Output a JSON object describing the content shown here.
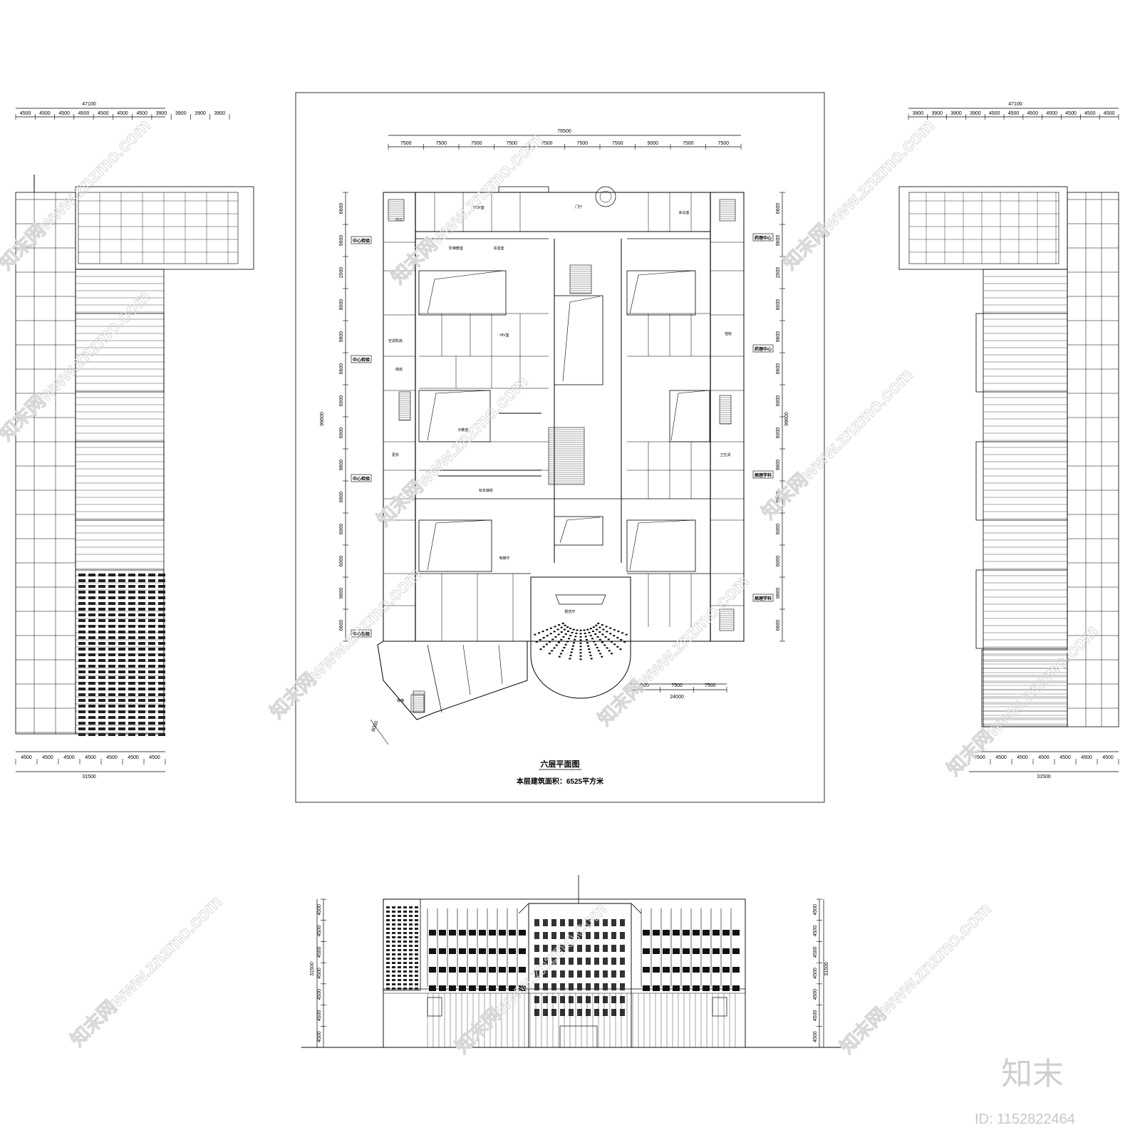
{
  "plan": {
    "title": "六层平面图",
    "area_label": "本层建筑面积：6525平方米",
    "top_total": "76500",
    "top_spans": [
      "7500",
      "7500",
      "7500",
      "7500",
      "7500",
      "7500",
      "7500",
      "9000",
      "7500",
      "7500"
    ],
    "left_total": "99600",
    "left_spans": [
      "6600",
      "9600",
      "2000",
      "8000",
      "9600",
      "6600",
      "6000",
      "6000",
      "9600",
      "6600",
      "6000",
      "6000",
      "9600",
      "6600"
    ],
    "right_total": "99600",
    "right_spans": [
      "6600",
      "9600",
      "2000",
      "8000",
      "9600",
      "6600",
      "6000",
      "6000",
      "9600",
      "6600",
      "6000",
      "6000",
      "9600",
      "6600"
    ],
    "bottom_right_total": "24000",
    "bottom_right_spans": [
      "9000",
      "7500",
      "7500"
    ],
    "wing_dim": "8000",
    "tags_left": [
      "中心检验",
      "中心检验",
      "中心检验",
      "中心检验"
    ],
    "tags_right": [
      "药理中心",
      "药理中心",
      "病理学科",
      "病理学科"
    ],
    "rooms": [
      "PCR室",
      "HIV室",
      "门厅",
      "实验室",
      "阶梯教室",
      "会议室",
      "报告厅",
      "示教室",
      "办公",
      "库房",
      "更衣",
      "值班",
      "卫生间",
      "空调机房",
      "楼梯",
      "电梯厅",
      "标本接收"
    ]
  },
  "left_elevation": {
    "top_total": "47100",
    "top_spans": [
      "4500",
      "4500",
      "4500",
      "4500",
      "4500",
      "4500",
      "4500",
      "3900",
      "3900",
      "3900",
      "3900"
    ],
    "bottom_total": "31500",
    "bottom_spans": [
      "4500",
      "4500",
      "4500",
      "4500",
      "4500",
      "4500",
      "4500"
    ]
  },
  "right_elevation": {
    "top_total": "47100",
    "top_spans": [
      "3900",
      "3900",
      "3900",
      "3900",
      "4500",
      "4500",
      "4500",
      "4500",
      "4500",
      "4500",
      "4500"
    ],
    "bottom_total": "31500",
    "bottom_spans": [
      "4500",
      "4500",
      "4500",
      "4500",
      "4500",
      "4500",
      "4500"
    ]
  },
  "front_elevation": {
    "height_total": "31500",
    "floor_spans": [
      "4500",
      "4500",
      "4500",
      "4500",
      "4500",
      "4500",
      "4500"
    ]
  },
  "branding": {
    "logo_text": "知末",
    "id_text": "ID: 1152822464",
    "watermark": "知末网www.znzmo.com"
  }
}
